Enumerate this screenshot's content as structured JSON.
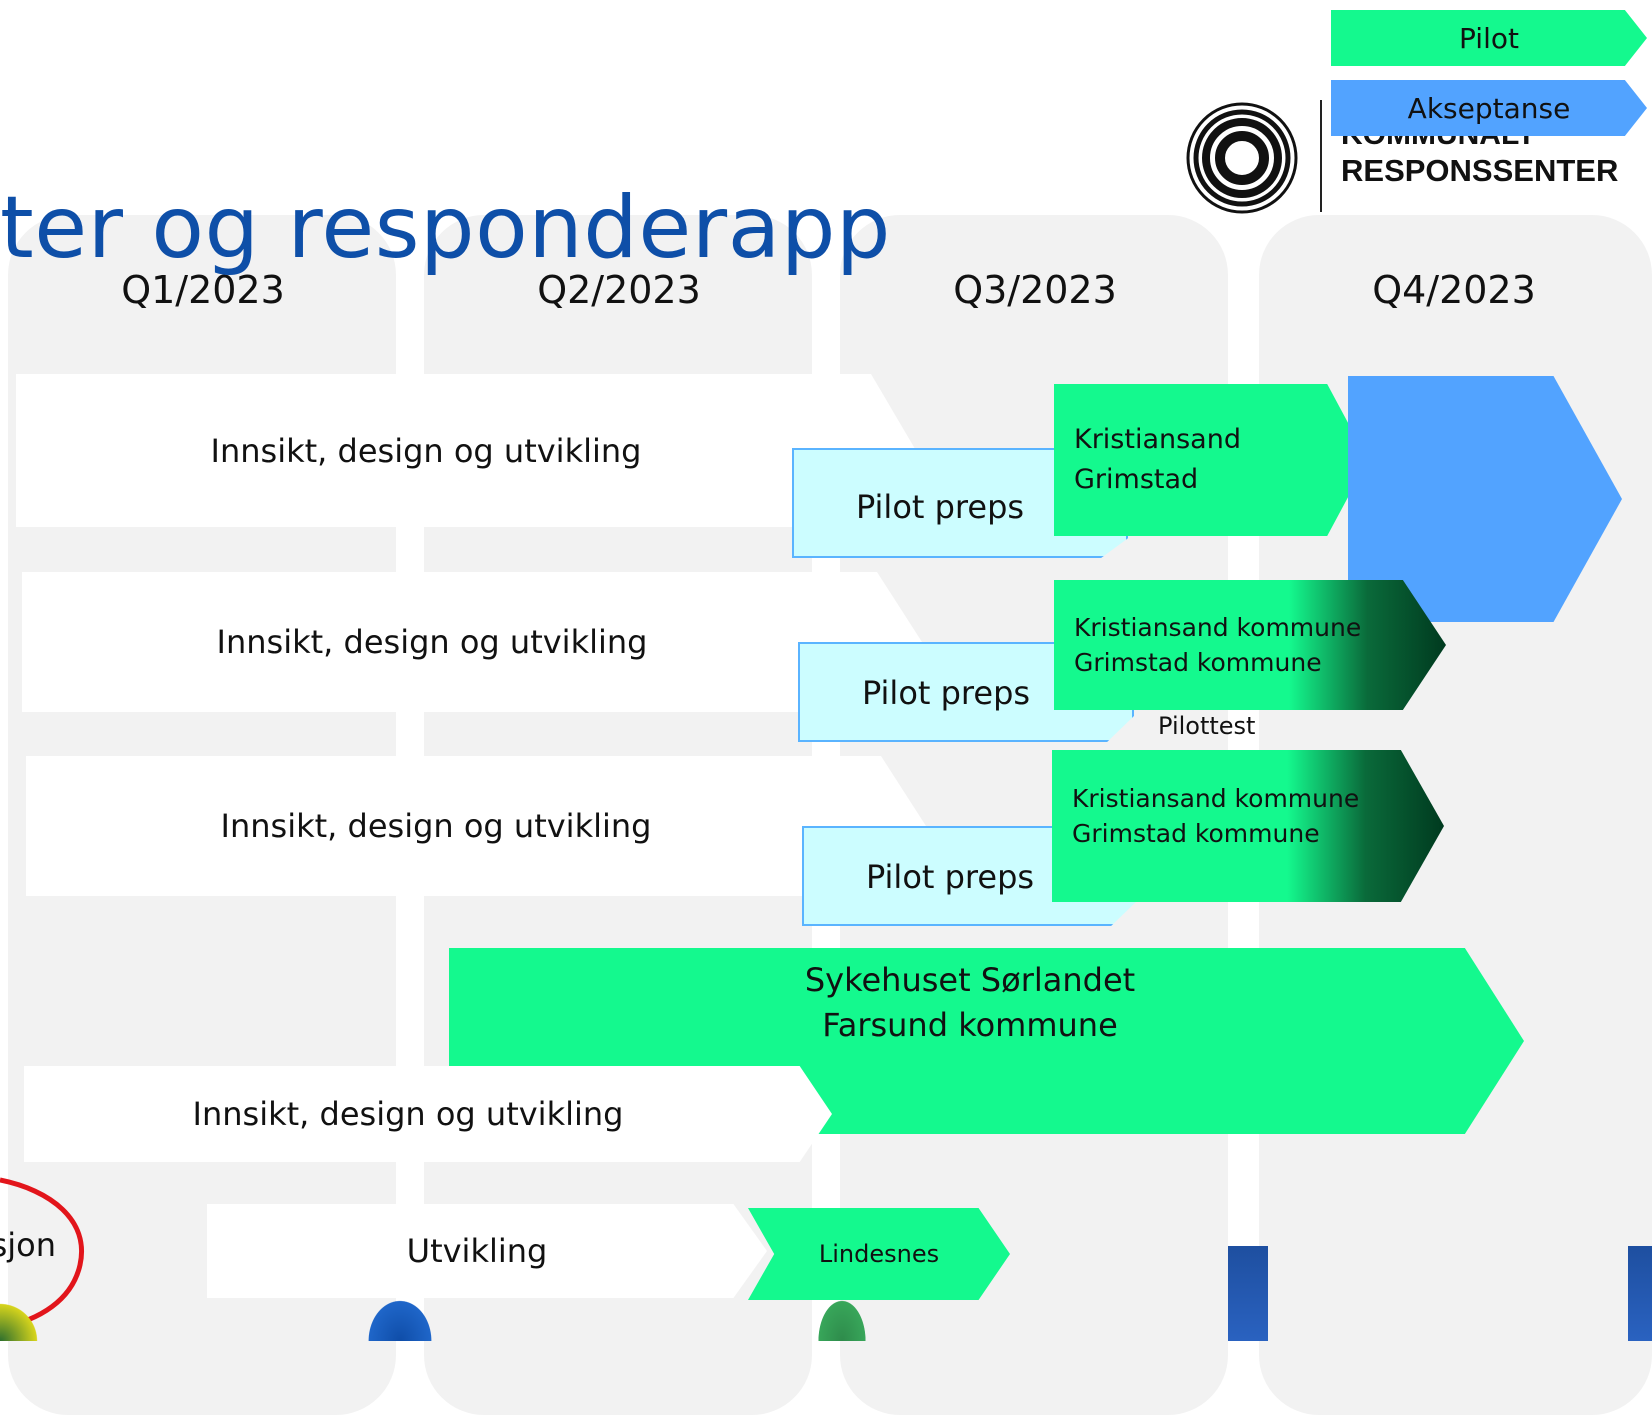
{
  "title": "ter og responderapp",
  "legend": {
    "pilot": "Pilot",
    "akseptanse": "Akseptanse"
  },
  "logo": {
    "line1": "KOMMUNALT",
    "line2": "RESPONSSENTER"
  },
  "quarters": [
    "Q1/2023",
    "Q2/2023",
    "Q3/2023",
    "Q4/2023"
  ],
  "rows": [
    {
      "dev": "Innsikt, design og utvikling",
      "prep": "Pilot preps",
      "pilot_l1": "Kristiansand",
      "pilot_l2": "Grimstad"
    },
    {
      "dev": "Innsikt, design og utvikling",
      "prep": "Pilot preps",
      "pilot_l1": "Kristiansand kommune",
      "pilot_l2": "Grimstad kommune",
      "note": "Pilottest"
    },
    {
      "dev": "Innsikt, design og utvikling",
      "prep": "Pilot preps",
      "pilot_l1": "Kristiansand kommune",
      "pilot_l2": "Grimstad kommune"
    },
    {
      "pilot_l1": "Sykehuset Sørlandet",
      "pilot_l2": "Farsund kommune",
      "dev": "Innsikt, design og utvikling"
    },
    {
      "side": "sjon",
      "dev": "Utvikling",
      "pilot": "Lindesnes"
    }
  ],
  "colors": {
    "pilot": "#14f98e",
    "akseptanse": "#52a3ff",
    "prep": "#ccfdff",
    "title": "#0e4fa8"
  }
}
